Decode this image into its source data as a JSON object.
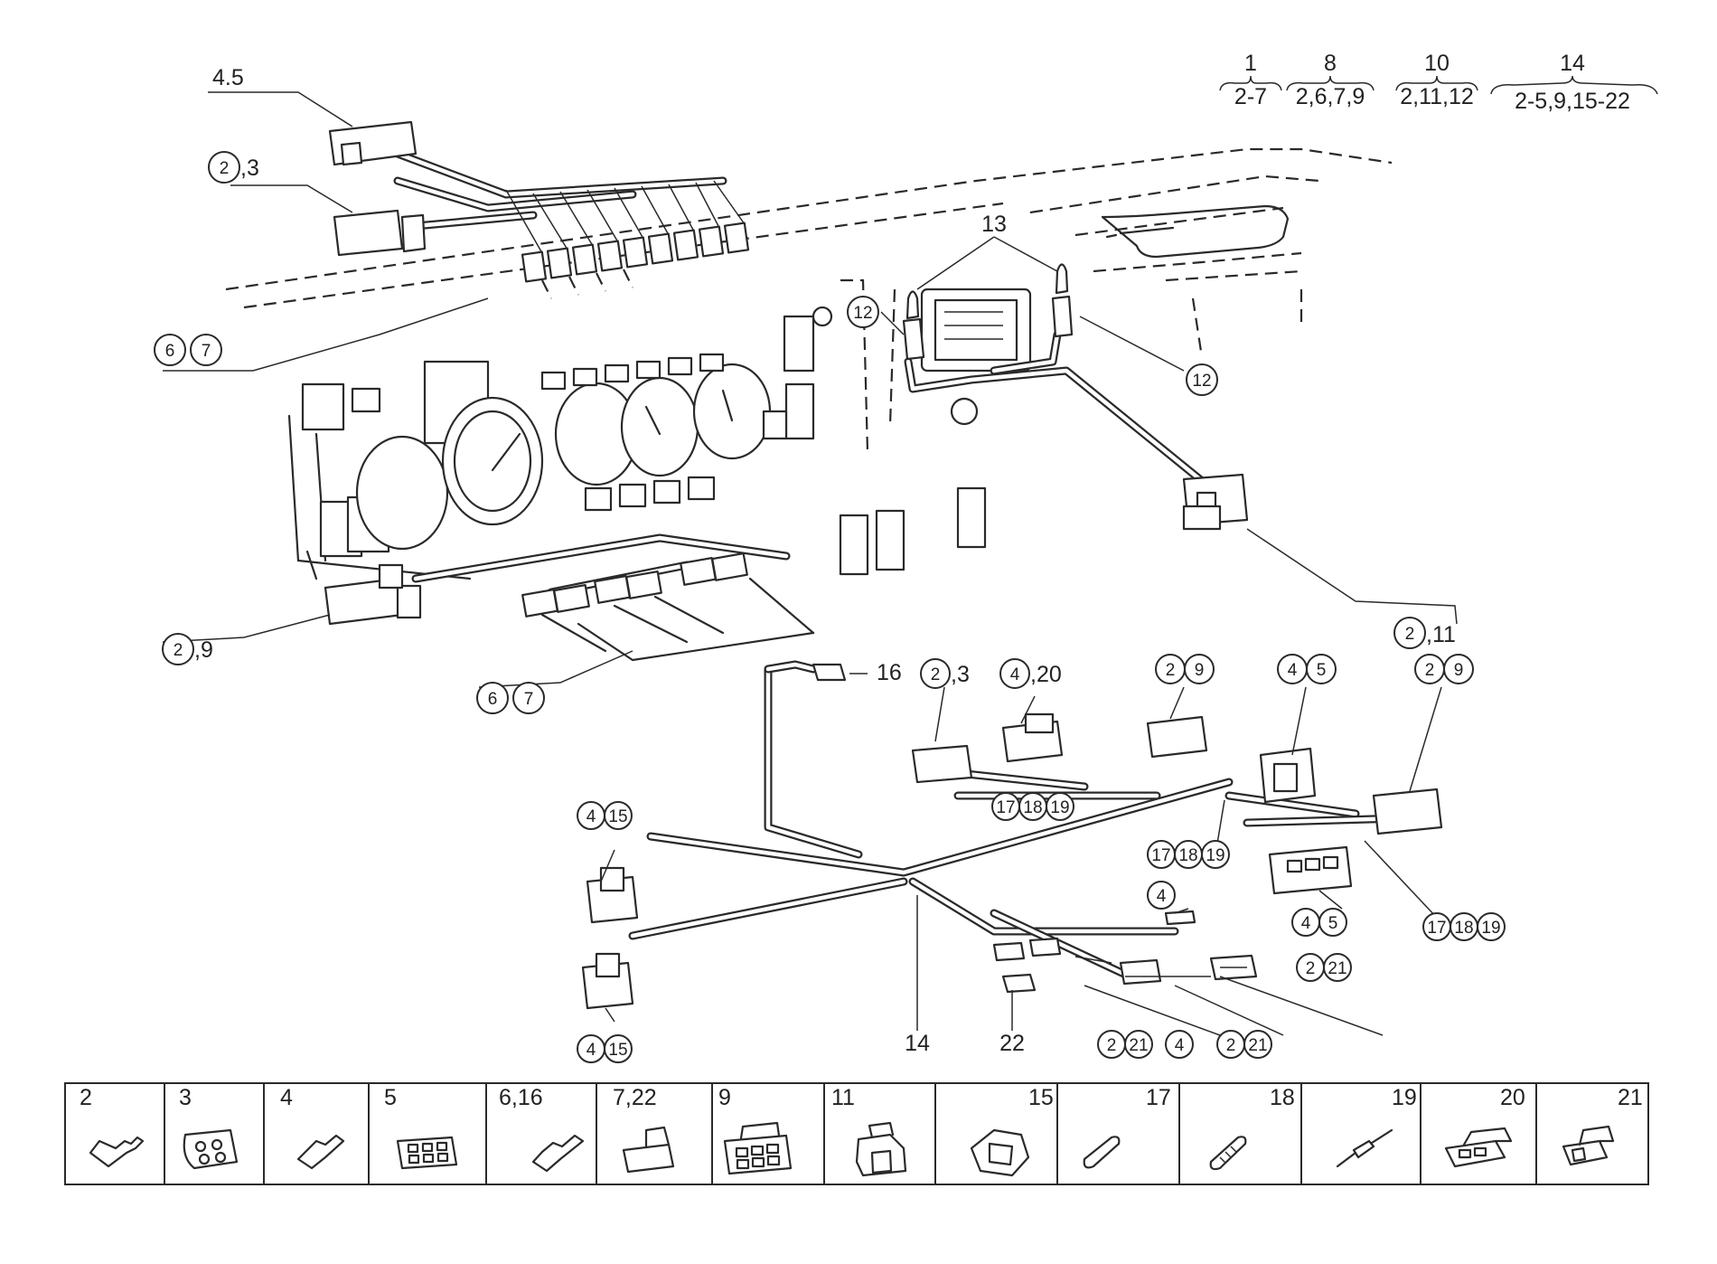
{
  "legend_top": [
    {
      "num": "1",
      "range": "2-7"
    },
    {
      "num": "8",
      "range": "2,6,7,9"
    },
    {
      "num": "10",
      "range": "2,11,12"
    },
    {
      "num": "14",
      "range": "2-5,9,15-22"
    }
  ],
  "callouts": {
    "c45": "4.5",
    "c23_top_circle": "2",
    "c23_top_rest": ",3",
    "c67_a": "6",
    "c67_b": "7",
    "c29_left_circle": "2",
    "c29_left_rest": ",9",
    "c67_bottom_a": "6",
    "c67_bottom_b": "7",
    "c13": "13",
    "c12_left": "12",
    "c12_right": "12",
    "c211_circle": "2",
    "c211_rest": ",11",
    "c16": "16",
    "c23_mid_circle": "2",
    "c23_mid_rest": ",3",
    "c420_circle": "4",
    "c420_rest": ",20",
    "c29_a": "2",
    "c29_b": "9",
    "c45_mid_a": "4",
    "c45_mid_b": "5",
    "c29_right_a": "2",
    "c29_right_b": "9",
    "c171819_top": [
      "17",
      "18",
      "19"
    ],
    "c171819_mid": [
      "17",
      "18",
      "19"
    ],
    "c171819_right": [
      "17",
      "18",
      "19"
    ],
    "c415_top": [
      "4",
      "15"
    ],
    "c415_bottom": [
      "4",
      "15"
    ],
    "c4_mid": "4",
    "c45_lower": [
      "4",
      "5"
    ],
    "c221_right": [
      "2",
      "21"
    ],
    "c221_bottom1": [
      "2",
      "21"
    ],
    "c4_bottom": "4",
    "c221_bottom2": [
      "2",
      "21"
    ],
    "c14": "14",
    "c22": "22"
  },
  "parts_table": [
    {
      "label": "2",
      "icon": "terminal-female-icon"
    },
    {
      "label": "3",
      "icon": "connector-round-icon"
    },
    {
      "label": "4",
      "icon": "terminal-icon"
    },
    {
      "label": "5",
      "icon": "connector-block-icon"
    },
    {
      "label": "6,16",
      "icon": "terminal-long-icon"
    },
    {
      "label": "7,22",
      "icon": "clip-icon"
    },
    {
      "label": "9",
      "icon": "connector-large-icon"
    },
    {
      "label": "11",
      "icon": "housing-icon"
    },
    {
      "label": "15",
      "icon": "housing-angled-icon"
    },
    {
      "label": "17",
      "icon": "sleeve-icon"
    },
    {
      "label": "18",
      "icon": "fuse-sleeve-icon"
    },
    {
      "label": "19",
      "icon": "diode-icon"
    },
    {
      "label": "20",
      "icon": "connector-double-icon"
    },
    {
      "label": "21",
      "icon": "connector-single-icon"
    }
  ]
}
